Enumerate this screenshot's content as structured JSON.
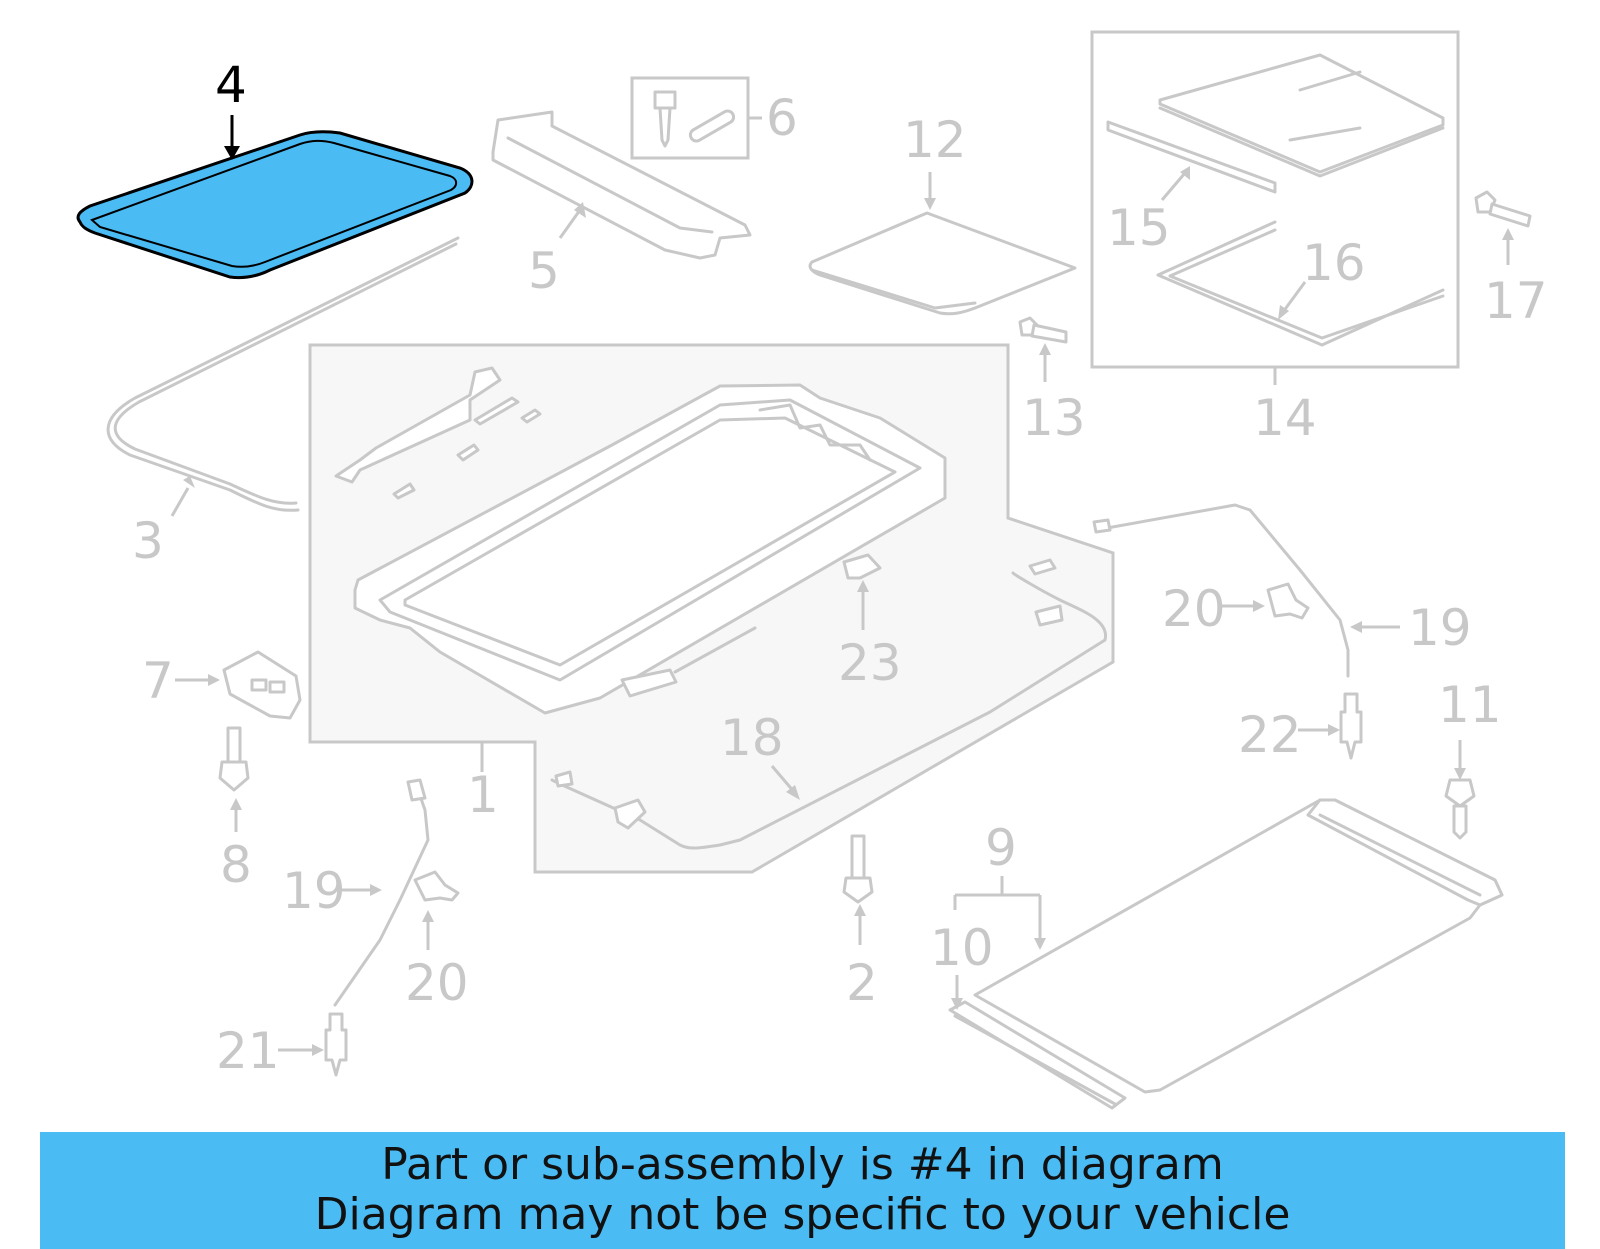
{
  "diagram": {
    "highlighted_part": "4",
    "colors": {
      "highlight_fill": "#4bbbf4",
      "highlight_outline": "#000000",
      "part_line": "#c8c8c8",
      "banner_bg": "#4bbbf4"
    },
    "labels": {
      "p1": "1",
      "p2": "2",
      "p3": "3",
      "p4": "4",
      "p5": "5",
      "p6": "6",
      "p7": "7",
      "p8": "8",
      "p9": "9",
      "p10": "10",
      "p11": "11",
      "p12": "12",
      "p13": "13",
      "p14": "14",
      "p15": "15",
      "p16": "16",
      "p17": "17",
      "p18": "18",
      "p19a": "19",
      "p19b": "19",
      "p20a": "20",
      "p20b": "20",
      "p21": "21",
      "p22": "22",
      "p23": "23"
    }
  },
  "banner": {
    "line1": "Part or sub-assembly is #4 in diagram",
    "line2": "Diagram may not be specific to your vehicle"
  }
}
